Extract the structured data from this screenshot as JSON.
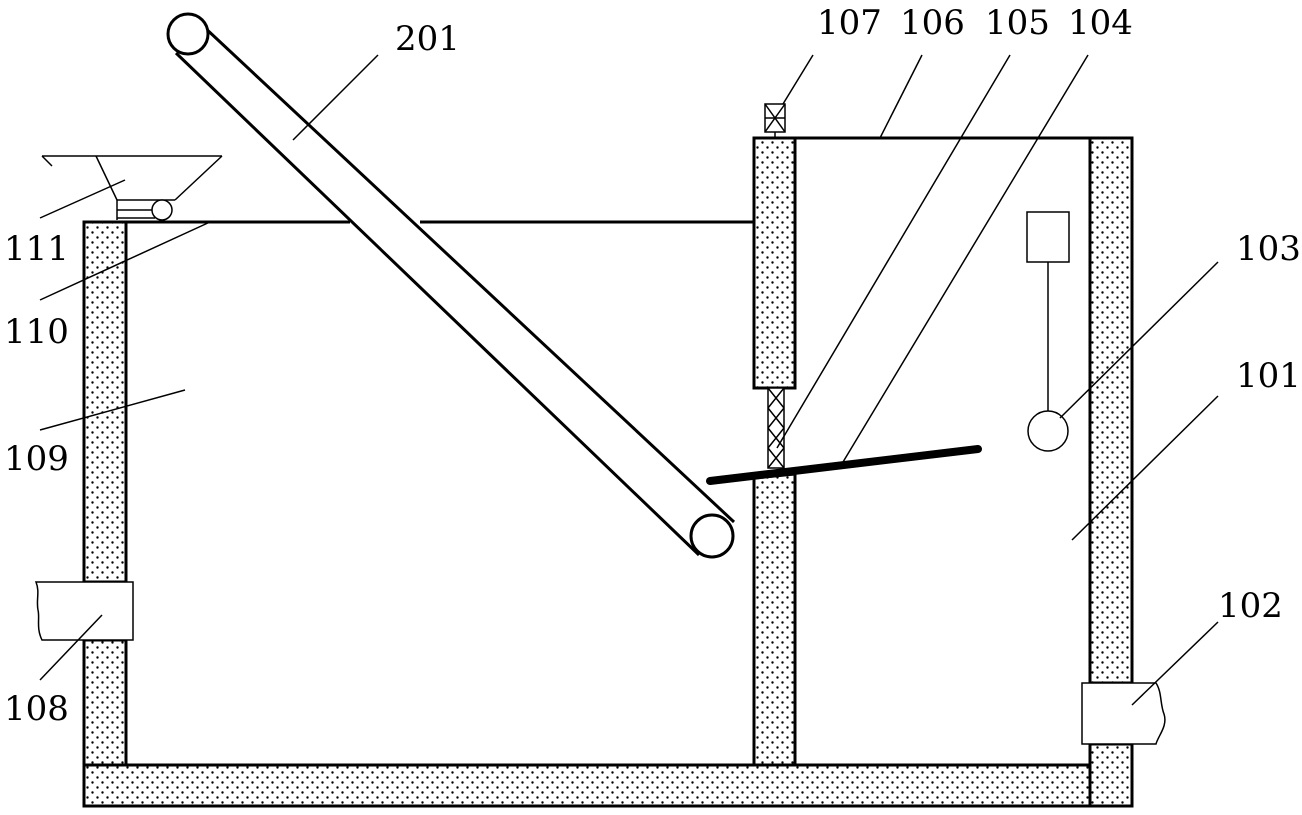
{
  "labels": {
    "l201": "201",
    "l107": "107",
    "l106": "106",
    "l105": "105",
    "l104": "104",
    "l111": "111",
    "l110": "110",
    "l109": "109",
    "l108": "108",
    "l103": "103",
    "l101": "101",
    "l102": "102"
  }
}
